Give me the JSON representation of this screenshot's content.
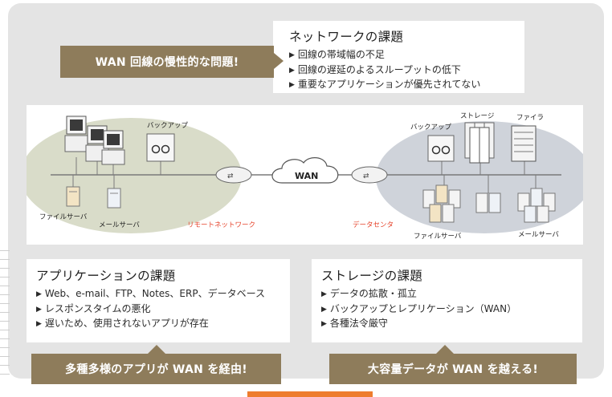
{
  "network_box": {
    "title": "ネットワークの課題",
    "items": [
      "回線の帯域幅の不足",
      "回線の遅延のよるスループットの低下",
      "重要なアプリケーションが優先されてない"
    ]
  },
  "wan_callout": "WAN 回線の慢性的な問題!",
  "diagram": {
    "labels": {
      "backup_left": "バックアップ",
      "file_server_left": "ファイルサーバ",
      "mail_server_left": "メールサーバ",
      "remote_network": "リモートネットワーク",
      "wan": "WAN",
      "data_center": "データセンタ",
      "backup_right": "バックアップ",
      "storage": "ストレージ",
      "firewall": "ファイラ",
      "file_server_right": "ファイルサーバ",
      "mail_server_right": "メールサーバ"
    },
    "colors": {
      "remote_ellipse": "#d9dcc9",
      "dc_ellipse": "#cfd3da",
      "accent_red": "#e6442c"
    }
  },
  "app_box": {
    "title": "アプリケーションの課題",
    "items": [
      "Web、e-mail、FTP、Notes、ERP、データベース",
      "レスポンスタイムの悪化",
      "遅いため、使用されないアプリが存在"
    ]
  },
  "storage_box": {
    "title": "ストレージの課題",
    "items": [
      "データの拡散・孤立",
      "バックアップとレプリケーション（WAN）",
      "各種法令厳守"
    ]
  },
  "app_callout": "多種多様のアプリが WAN を経由!",
  "storage_callout": "大容量データが WAN を越える!",
  "colors": {
    "panel": "#e4e4e4",
    "callout": "#8e7c5b",
    "orange_tab": "#ee7d2e"
  }
}
